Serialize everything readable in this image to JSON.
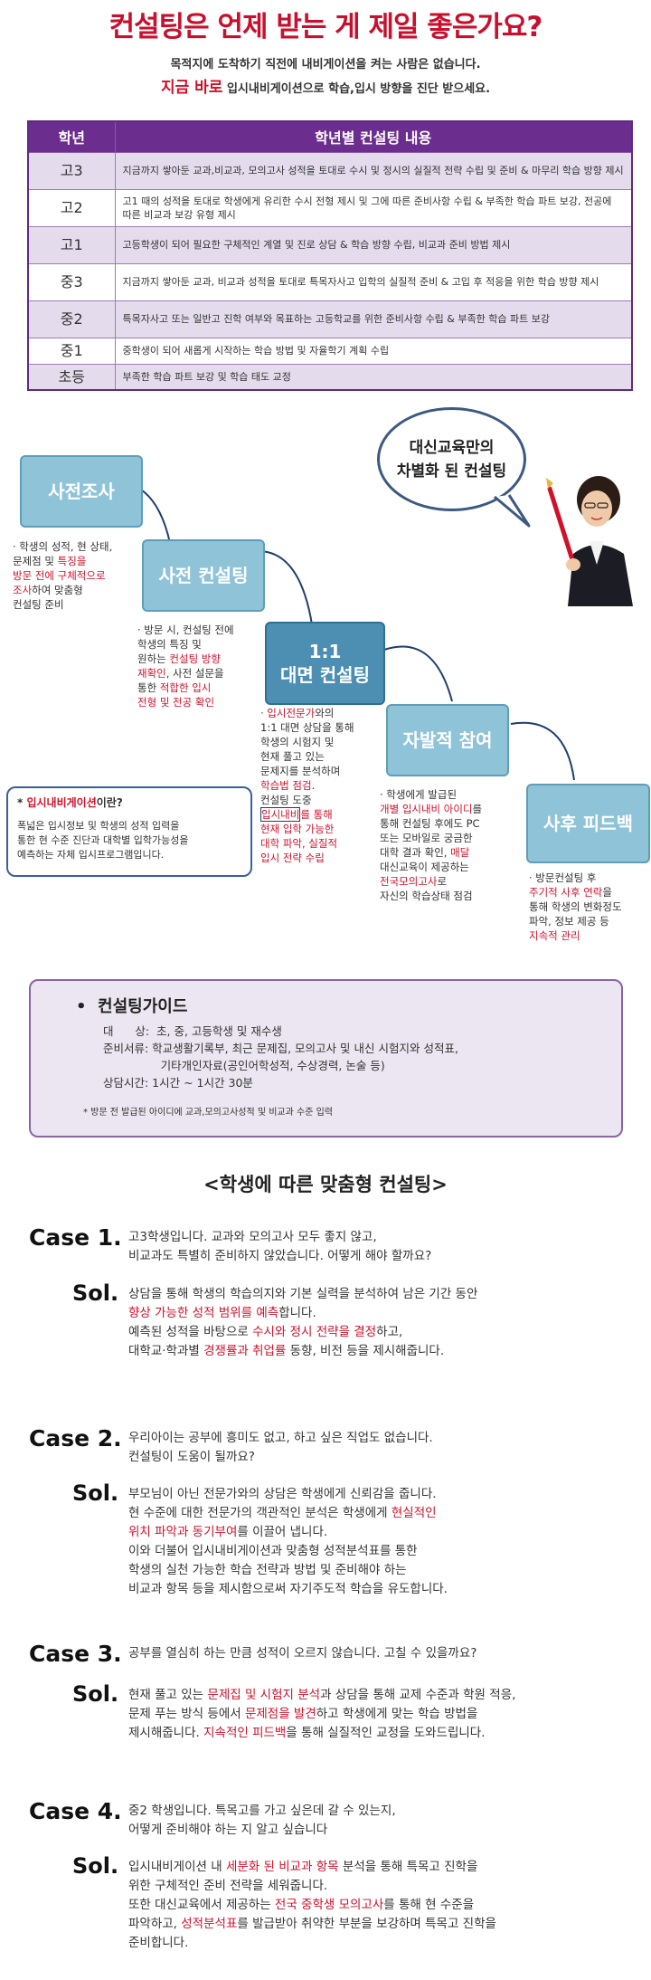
{
  "header": {
    "title": "컨설팅은 언제 받는 게 제일 좋은가요?",
    "line1": "목적지에 도착하기 직전에 내비게이션을 켜는 사람은 없습니다.",
    "line2_highlight": "지금 바로",
    "line2_rest": " 입시내비게이션으로 학습,입시 방향을 진단 받으세요."
  },
  "table": {
    "headers": [
      "학년",
      "학년별 컨설팅 내용"
    ],
    "rows": [
      {
        "grade": "고3",
        "content": "지금까지 쌓아둔 교과,비교과, 모의고사 성적을 토대로 수시 및 정시의 실질적 전략 수립 및 준비 & 마무리 학습 방향 제시"
      },
      {
        "grade": "고2",
        "content": "고1 때의 성적을 토대로 학생에게 유리한 수시 전형 제시 및 그에 따른 준비사항 수립 & 부족한 학습 파트 보강, 전공에 따른 비교과 보강 유형 제시"
      },
      {
        "grade": "고1",
        "content": "고등학생이 되어 필요한 구체적인 계열 및 진로 상담 & 학습 방향 수립, 비교과 준비 방법 제시"
      },
      {
        "grade": "중3",
        "content": "지금까지 쌓아둔 교과, 비교과 성적을 토대로 특목자사고 입학의 실질적 준비 & 고입 후 적응을 위한 학습 방향 제시"
      },
      {
        "grade": "중2",
        "content": "특목자사고 또는 일반고 진학 여부와 목표하는 고등학교를 위한 준비사항 수립 & 부족한 학습 파트 보강"
      },
      {
        "grade": "중1",
        "content": "중학생이 되어 새롭게 시작하는 학습 방법 및 자율학기 계획 수립"
      },
      {
        "grade": "초등",
        "content": "부족한 학습 파트 보강 및 학습 태도 교정"
      }
    ]
  },
  "flow": {
    "bubble_line1": "대신교육만의",
    "bubble_line2": "차별화 된 컨설팅",
    "steps": [
      {
        "label": "사전조사"
      },
      {
        "label": "사전 컨설팅"
      },
      {
        "label_line1": "1:1",
        "label_line2": "대면 컨설팅"
      },
      {
        "label": "자발적 참여"
      },
      {
        "label": "사후 피드백"
      }
    ],
    "desc1": {
      "a": "· 학생의 성적, 현 상태,",
      "b": "문제점 및 ",
      "b_red": "특징을",
      "c_red": "방문 전에 구체적으로",
      "d_red": "조사",
      "d": "하여 맞춤형",
      "e": "컨설팅 준비"
    },
    "desc2": {
      "a": "· 방문 시, 컨설팅 전에",
      "b": "학생의 특징 및",
      "c": "원하는 ",
      "c_red": "컨설팅 방향",
      "d_red": "재확인",
      "d": ", 사전 설문을",
      "e": "통한 ",
      "e_red": "적합한 입시",
      "f_red": "전형 및 전공 확인"
    },
    "desc3": {
      "a_red": "· 입시전문가",
      "a": "와의",
      "b": "1:1 대면 상담을 통해",
      "c": "학생의 시험지 및",
      "d": "현재 풀고 있는",
      "e": "문제지를 분석하며",
      "f_red": "학습법 점검",
      "f": ".",
      "g": "컨설팅 도중",
      "h_boxed": "입시내비",
      "h_red": "를 통해",
      "i_red": "현재 입학 가능한",
      "j_red": "대학 파악, 실질적",
      "k_red": "입시 전략 수립"
    },
    "desc4": {
      "a": "· 학생에게 발급된",
      "b_red": "개별 입시내비 아이디",
      "b": "를",
      "c": "통해 컨설팅 후에도 PC",
      "d": "또는 모바일로 궁금한",
      "e": "대학 결과 확인, ",
      "e_red": "매달",
      "f": "대신교육이 제공하는",
      "g_red": "전국모의고사",
      "g": "로",
      "h": "자신의 학습상태 점검"
    },
    "desc5": {
      "a": "· 방문컨설팅 후",
      "b_red": "주기적 사후 연락",
      "b": "을",
      "c": "통해 학생의 변화정도",
      "d": "파악, 정보 제공 등",
      "e_red": "지속적 관리"
    },
    "info": {
      "star": "* ",
      "title_red": "입시내비게이션",
      "title": "이란?",
      "l1": "폭넓은 입시정보 및 학생의 성적 입력을",
      "l2": "통한 현 수준 진단과 대학별 입학가능성을",
      "l3": "예측하는 자체 입시프로그램입니다."
    }
  },
  "guide": {
    "title": "컨설팅가이드",
    "l1": "대      상:  초, 중, 고등학생 및 재수생",
    "l2": "준비서류: 학교생활기록부, 최근 문제집, 모의고사 및 내신 시험지와 성적표,",
    "l3": "                기타개인자료(공인어학성적, 수상경력, 논술 등)",
    "l4": "상담시간: 1시간 ~ 1시간 30분",
    "note": "* 방문 전 발급된 아이디에 교과,모의고사성적 및 비교과 수준 입력"
  },
  "cases": {
    "section_title": "<학생에 따른 맞춤형 컨설팅>",
    "sol_label": "Sol.",
    "case1": {
      "label": "Case 1.",
      "q1": "고3학생입니다. 교과와 모의고사 모두 좋지 않고,",
      "q2": "비교과도 특별히 준비하지 않았습니다. 어떻게 해야 할까요?",
      "s1": "상담을 통해 학생의 학습의지와 기본 실력을 분석하여 남은 기간 동안",
      "s2_red": "향상 가능한 성적 범위를 예측",
      "s2": "합니다.",
      "s3a": "예측된 성적을 바탕으로 ",
      "s3_red": "수시와 정시 전략을 결정",
      "s3b": "하고,",
      "s4a": "대학교·학과별 ",
      "s4_red": "경쟁률과 취업률",
      "s4b": " 동향, 비전 등을 제시해줍니다."
    },
    "case2": {
      "label": "Case 2.",
      "q1": "우리아이는 공부에 흥미도 없고, 하고 싶은 직업도 없습니다.",
      "q2": "컨설팅이 도움이 될까요?",
      "s1": "부모님이 아닌 전문가와의 상담은 학생에게 신뢰감을 줍니다.",
      "s2a": "현 수준에 대한 전문가의 객관적인 분석은 학생에게 ",
      "s2_red": "현실적인",
      "s3_red": "위치 파악과 동기부여",
      "s3b": "를 이끌어 냅니다.",
      "s4": "이와 더불어 입시내비게이션과 맞춤형 성적분석표를 통한",
      "s5": "학생의 실천 가능한 학습 전략과 방법 및 준비해야 하는",
      "s6": "비교과 항목 등을 제시함으로써 자기주도적 학습을 유도합니다."
    },
    "case3": {
      "label": "Case 3.",
      "q1": "공부를 열심히 하는 만큼 성적이 오르지 않습니다. 고칠 수 있을까요?",
      "s1a": "현재 풀고 있는 ",
      "s1_red": "문제집 및 시험지 분석",
      "s1b": "과 상담을 통해 교제 수준과 학원 적응,",
      "s2a": "문제 푸는 방식 등에서 ",
      "s2_red": "문제점을 발견",
      "s2b": "하고 학생에게 맞는 학습 방법을",
      "s3a": "제시해줍니다. ",
      "s3_red": "지속적인 피드백",
      "s3b": "을 통해 실질적인 교정을 도와드립니다."
    },
    "case4": {
      "label": "Case 4.",
      "q1": "중2 학생입니다. 특목고를 가고 싶은데 갈 수 있는지,",
      "q2": "어떻게 준비해야 하는 지 알고 싶습니다",
      "s1a": "입시내비게이션 내 ",
      "s1_red": "세분화 된 비교과 항목",
      "s1b": " 분석을 통해 특목고 진학을",
      "s2": "위한 구체적인 준비 전략을 세워줍니다.",
      "s3a": "또한 대신교육에서 제공하는 ",
      "s3_red": "전국 중학생 모의고사",
      "s3b": "를 통해 현 수준을",
      "s4a": "파악하고, ",
      "s4_red": "성적분석표",
      "s4b": "를 발급받아 취약한 부분을 보강하며 특목고 진학을",
      "s5": "준비합니다."
    }
  },
  "colors": {
    "title_red": "#c8102e",
    "highlight_red": "#d0112b",
    "table_header": "#6b2d8e",
    "table_alt": "#e4dcec",
    "step_box": "#8fc3d8",
    "step_box_dark": "#4d8fb2",
    "guide_bg": "#ebe6f1"
  },
  "icons": [
    "consultant-illustration",
    "bullet-dot"
  ]
}
